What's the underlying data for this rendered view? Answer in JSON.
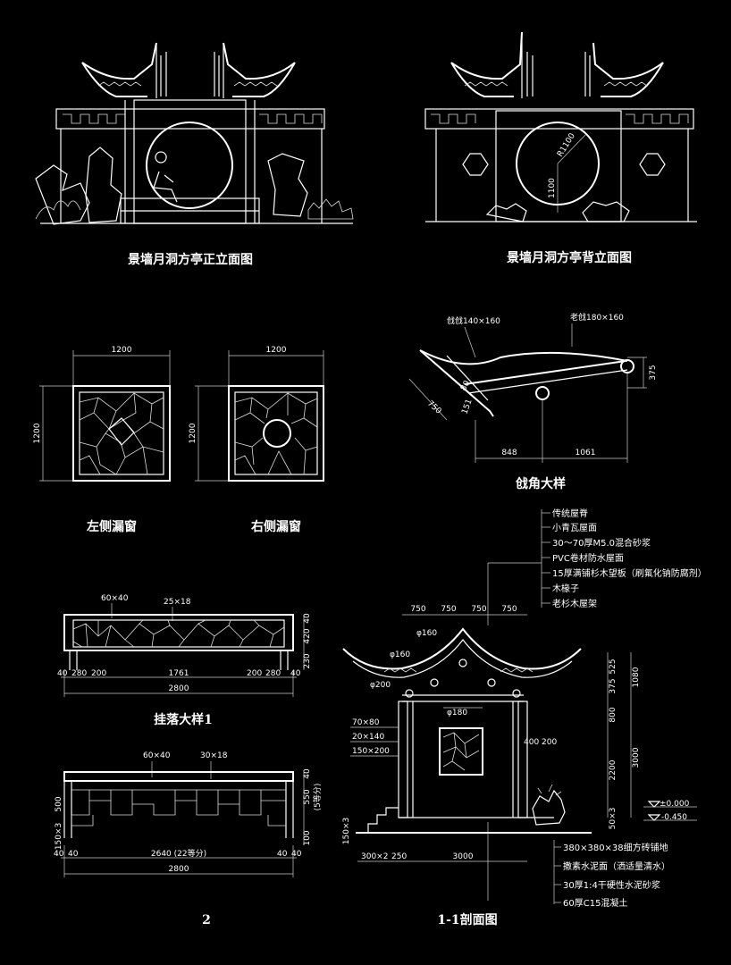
{
  "titles": {
    "front_elevation": "景墙月洞方亭正立面图",
    "back_elevation": "景墙月洞方亭背立面图",
    "eave_corner": "戗角大样",
    "left_window": "左侧漏窗",
    "right_window": "右侧漏窗",
    "hanging_detail_1": "挂落大样1",
    "hanging_detail_2": "2",
    "section": "1-1剖面图"
  },
  "back_elevation_dims": {
    "radius": "R1100",
    "height": "1100"
  },
  "window_dims": {
    "left_width": "1200",
    "left_height": "1200",
    "right_width": "1200",
    "right_height": "1200"
  },
  "eave_dims": {
    "member_left": "戗戗140×160",
    "member_right": "老戗180×160",
    "d750": "750",
    "d80": "80",
    "d151": "151",
    "d375": "375",
    "d848": "848",
    "d1061": "1061"
  },
  "roof_notes": [
    "传统屋脊",
    "小青瓦屋面",
    "30～70厚M5.0混合砂浆",
    "PVC卷材防水屋面",
    "15厚满铺杉木望板（刷氟化钠防腐剂）",
    "木椽子",
    "老杉木屋架"
  ],
  "floor_notes": [
    "380×380×38细方砖铺地",
    "撒素水泥面（洒适量清水）",
    "30厚1:4干硬性水泥砂浆",
    "60厚C15混凝土"
  ],
  "hanging1_dims": {
    "frame": "60×40",
    "lattice": "25×18",
    "h40a": "40",
    "h420": "420",
    "h230": "230",
    "d40a": "40",
    "d280a": "280",
    "d200a": "200",
    "d1761": "1761",
    "d200b": "200",
    "d280b": "280",
    "d40b": "40",
    "total": "2800"
  },
  "hanging2_dims": {
    "frame": "60×40",
    "lattice": "30×18",
    "h40": "40",
    "h550": "550",
    "h500": "500",
    "h100": "100",
    "equal_note": "(5等分)",
    "h150x3": "150×3",
    "d40a": "40",
    "d40b": "40",
    "d2640": "2640 (22等分)",
    "d40c": "40",
    "d40d": "40",
    "total": "2800"
  },
  "section_dims": {
    "top750_1": "750",
    "top750_2": "750",
    "top750_3": "750",
    "top750_4": "750",
    "phi160a": "φ160",
    "phi160b": "φ160",
    "phi200": "φ200",
    "phi180": "φ180",
    "m70x80": "70×80",
    "m20x140": "20×140",
    "m150x200": "150×200",
    "c400": "400",
    "c200": "200",
    "r525": "525",
    "r375": "375",
    "r1080": "1080",
    "r800": "800",
    "r3000": "3000",
    "r2200": "2200",
    "r50x3": "50×3",
    "lv0": "±0.000",
    "lv450": "-0.450",
    "l150x3": "150×3",
    "b300x2": "300×2",
    "b250": "250",
    "b3000": "3000"
  }
}
